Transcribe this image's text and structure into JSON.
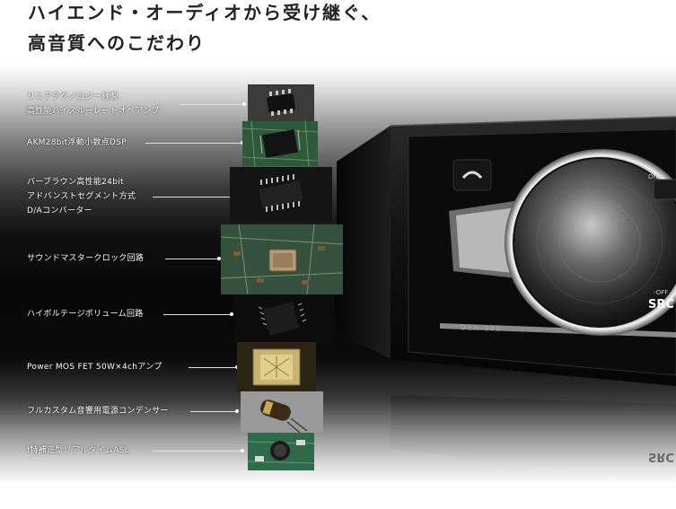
{
  "headline": {
    "line1": "ハイエンド・オーディオから受け継ぐ、",
    "line2": "高音質へのこだわり"
  },
  "unit": {
    "model": "DEH-970",
    "src_label": "SRC",
    "off_label": "-OFF",
    "disp_label": "DISP",
    "reflection_label": "SRC"
  },
  "features": [
    {
      "lines": [
        "リニアテクノロジー社製",
        "高性能ハイスルーレートオペアンプ"
      ],
      "icon": "opamp-chip-icon"
    },
    {
      "lines": [
        "AKM28bit浮動小数点DSP"
      ],
      "icon": "dsp-chip-icon"
    },
    {
      "lines": [
        "バーブラウン高性能24bit",
        "アドバンストセグメント方式",
        "D/Aコンバーター"
      ],
      "icon": "dac-chip-icon"
    },
    {
      "lines": [
        "サウンドマスタークロック回路"
      ],
      "icon": "clock-crystal-icon"
    },
    {
      "lines": [
        "ハイボルテージボリューム回路"
      ],
      "icon": "volume-chip-icon"
    },
    {
      "lines": [
        "Power MOS FET 50W×4chアンプ"
      ],
      "icon": "mosfet-amp-icon"
    },
    {
      "lines": [
        "フルカスタム音響用電源コンデンサー"
      ],
      "icon": "capacitor-icon"
    },
    {
      "lines": [
        "f特補正型リアルタイムASL"
      ],
      "icon": "mic-board-icon"
    }
  ],
  "colors": {
    "headline": "#222222",
    "label": "#ffffff",
    "leader": "#e0e0e0",
    "pcb_green": "#2f5a3a",
    "chip_black": "#1a1a1a"
  }
}
